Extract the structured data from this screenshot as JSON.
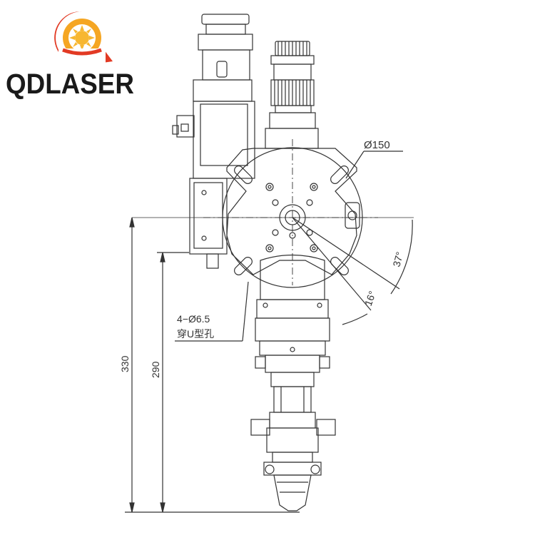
{
  "brand": {
    "name": "QDLASER",
    "text_color": "#1a1a1a",
    "logo_icon": "sun-q-logo",
    "logo_colors": {
      "outer": "#e23a24",
      "ring": "#f5a623",
      "sun": "#f7b731"
    }
  },
  "drawing": {
    "line_color": "#333333",
    "labels": {
      "diameter_150": "Ø150",
      "angle_37": "37°",
      "angle_16": "16°",
      "hole_spec": "4−Ø6.5",
      "hole_note": "穿U型孔",
      "dim_330": "330",
      "dim_290": "290"
    }
  }
}
